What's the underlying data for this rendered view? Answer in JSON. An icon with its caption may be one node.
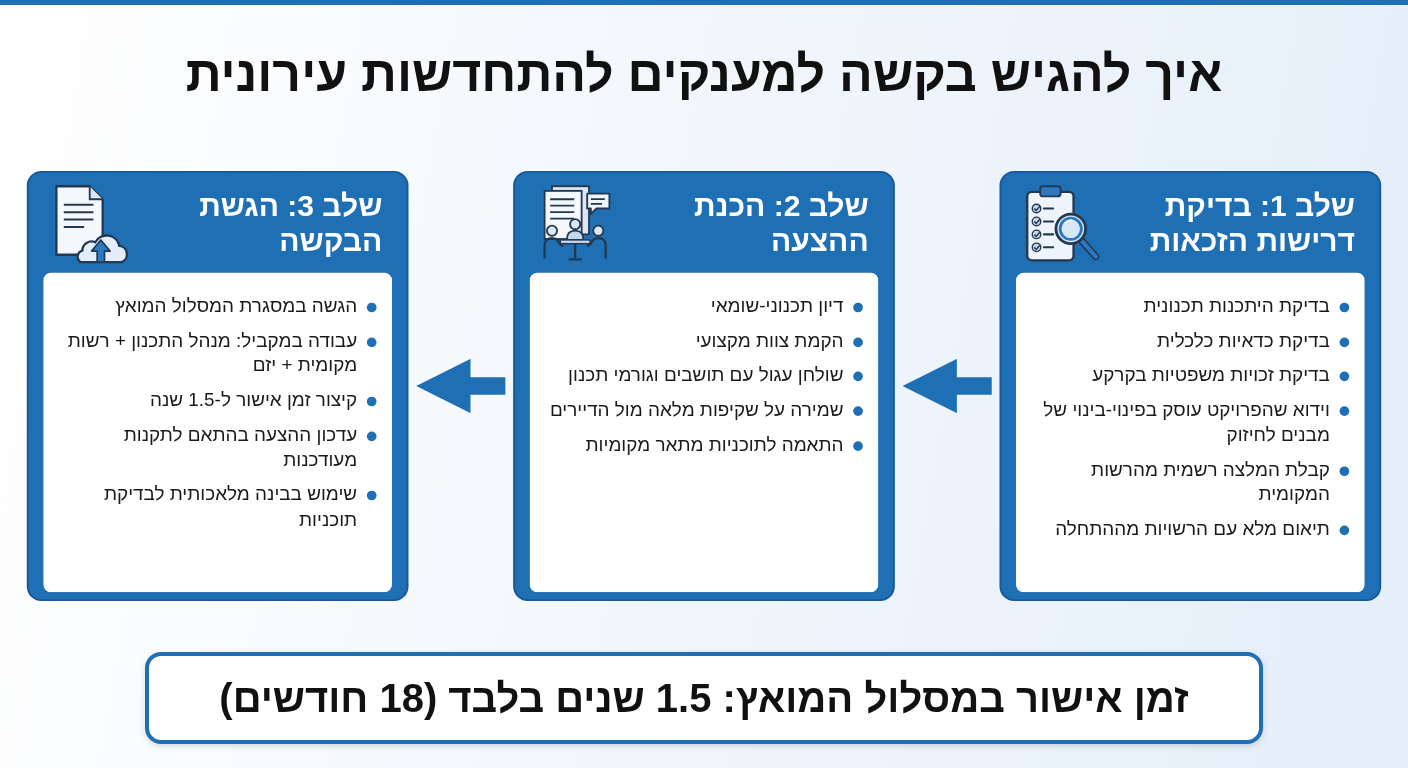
{
  "diagram": {
    "title": "איך להגיש בקשה למענקים להתחדשות עירונית",
    "caption": "זמן אישור במסלול המואץ: 1.5 שנים בלבד (18 חודשים)",
    "nodes": [
      {
        "text": [
          "שלב 1: בדיקת דרישות הזכאות",
          "בדיקת היתכנות תכנונית",
          "בדיקת כדאיות כלכלית",
          "בדיקת זכויות משפטיות בקרקע",
          "וידוא שהפרויקט עוסק בפינוי-בינוי של מבנים לחיזוק",
          "קבלת המלצה רשמית מהרשות המקומית",
          "תיאום מלא עם הרשויות מההתחלה"
        ]
      },
      {
        "text": [
          "שלב 2: הכנת ההצעה",
          "דיון תכנוני-שומאי",
          "הקמת צוות מקצועי",
          "שולחן עגול עם תושבים וגורמי תכנון",
          "שמירה על שקיפות מלאה מול הדיירים",
          "התאמה לתוכניות מתאר מקומיות"
        ]
      },
      {
        "text": [
          "שלב 3: הגשת הבקשה",
          "הגשה במסגרת המסלול המואץ",
          "עבודה במקביל: מנהל התכנון + רשות מקומית + יזם",
          "קיצור זמן אישור ל-1.5 שנה",
          "עדכון ההצעה בהתאם לתקנות מעודכנות",
          "שימוש בבינה מלאכותית לבדיקת תוכניות"
        ]
      }
    ],
    "edges": [
      {
        "from": 0,
        "to": 1,
        "arrow": "to"
      },
      {
        "from": 1,
        "to": 2,
        "arrow": "to"
      }
    ]
  }
}
